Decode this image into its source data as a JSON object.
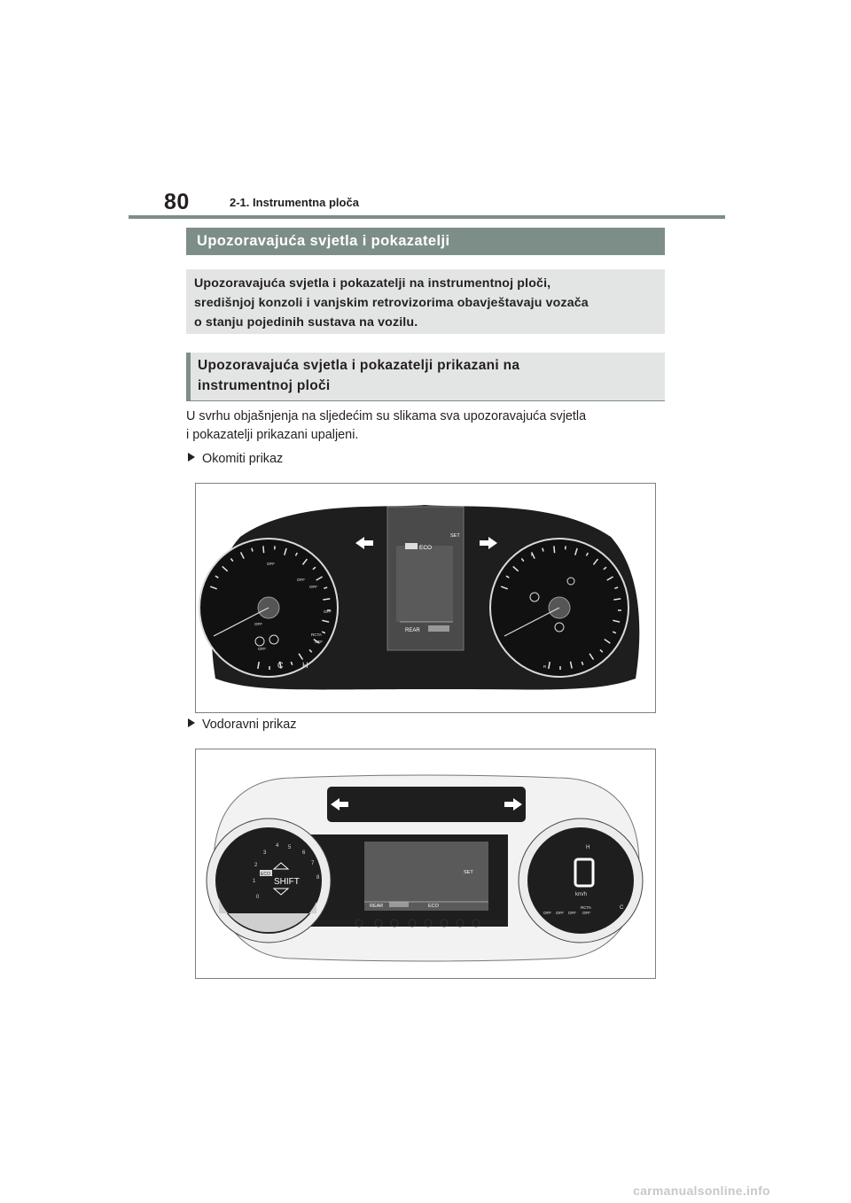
{
  "header": {
    "page_number": "80",
    "section": "2-1. Instrumentna ploča"
  },
  "heading_main": "Upozoravajuća svjetla i pokazatelji",
  "intro": {
    "line1": "Upozoravajuća svjetla i pokazatelji na instrumentnoj ploči,",
    "line2": "središnjoj konzoli i vanjskim retrovizorima obavještavaju vozača",
    "line3": "o stanju pojedinih sustava na vozilu."
  },
  "heading_sub": {
    "line1": "Upozoravajuća svjetla i pokazatelji prikazani na",
    "line2": "instrumentnoj ploči"
  },
  "body": {
    "line1": "U svrhu objašnjenja na sljedećim su slikama sva upozoravajuća svjetla",
    "line2": "i pokazatelji prikazani upaljeni."
  },
  "subsections": [
    "Okomiti prikaz",
    "Vodoravni prikaz"
  ],
  "figure1": {
    "display_labels": [
      "ECO",
      "SET",
      "REAR"
    ],
    "indicator_labels": [
      "OFF",
      "OFF",
      "OFF",
      "OFF",
      "OFF",
      "RCTA",
      "OFF",
      "OFF",
      "P",
      "R"
    ],
    "gauge_labels": [
      "C",
      "H"
    ]
  },
  "figure2": {
    "shift_label": "SHIFT",
    "eco_badge": "ECO",
    "tach_numbers": [
      "0",
      "1",
      "2",
      "3",
      "4",
      "5",
      "6",
      "7",
      "8"
    ],
    "display_labels": [
      "SET",
      "REAR",
      "ECO"
    ],
    "speed_value": "0",
    "speed_unit": "km/h",
    "gauge_labels": [
      "C",
      "H"
    ],
    "indicator_labels": [
      "OFF",
      "OFF",
      "OFF",
      "RCTA",
      "OFF"
    ]
  },
  "watermark": "carmanualsonline.info",
  "colors": {
    "accent": "#7d8e89",
    "panel": "#e3e5e4",
    "cluster": "#1e1e1e"
  }
}
